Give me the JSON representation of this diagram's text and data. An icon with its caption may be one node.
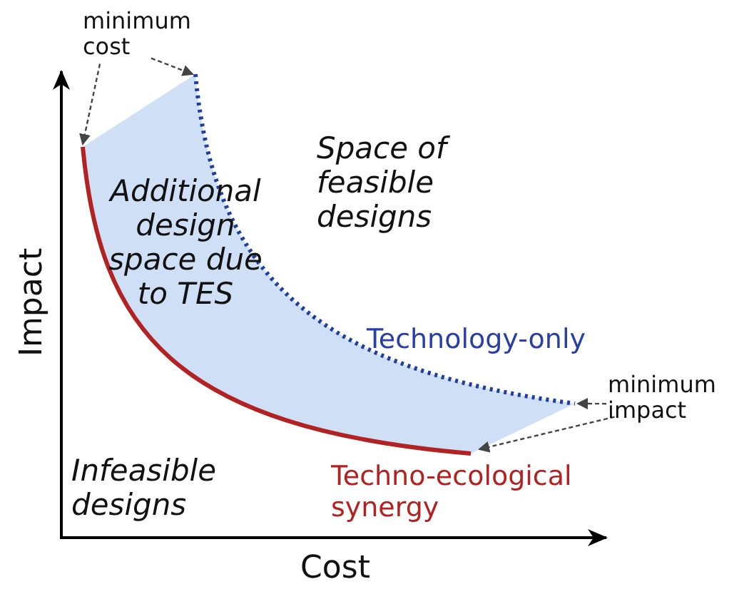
{
  "diagram": {
    "nodes": [
      {
        "text": [
          "minimum cost"
        ]
      },
      {
        "text": [
          "minimum impact"
        ]
      },
      {
        "text": [],
        "shape": "curve"
      },
      {
        "text": [],
        "shape": "curve"
      }
    ],
    "edges": [
      {
        "from": 0,
        "to": 2,
        "arrow": "to",
        "style": "dashed"
      },
      {
        "from": 0,
        "to": 3,
        "arrow": "to",
        "style": "dashed"
      },
      {
        "from": 1,
        "to": 3,
        "arrow": "to",
        "style": "dashed"
      },
      {
        "from": 1,
        "to": 2,
        "arrow": "to",
        "style": "dashed"
      }
    ],
    "labels": [
      "Space of feasible designs",
      "Additional design space due to TES",
      "Impact",
      "Technology-only",
      "Infeasible designs",
      "Techno-ecological synergy",
      "Cost"
    ]
  }
}
